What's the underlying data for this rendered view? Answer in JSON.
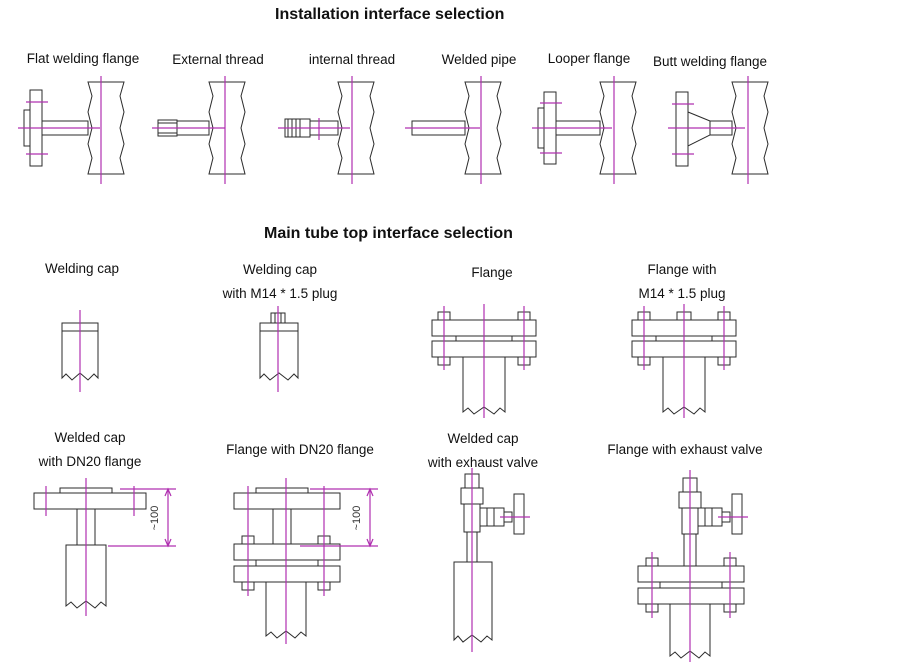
{
  "headings": {
    "installation": "Installation interface selection",
    "main_tube": "Main tube top interface selection"
  },
  "installation_options": [
    {
      "label": "Flat welding flange"
    },
    {
      "label": "External thread"
    },
    {
      "label": "internal thread"
    },
    {
      "label": "Welded pipe"
    },
    {
      "label": "Looper flange"
    },
    {
      "label": "Butt welding flange"
    }
  ],
  "top_options": [
    {
      "line1": "Welding cap",
      "line2": ""
    },
    {
      "line1": "Welding cap",
      "line2": "with M14 * 1.5 plug"
    },
    {
      "line1": "Flange",
      "line2": ""
    },
    {
      "line1": "Flange with",
      "line2": "M14 * 1.5 plug"
    },
    {
      "line1": "Welded cap",
      "line2": "with DN20 flange"
    },
    {
      "line1": "Flange with DN20 flange",
      "line2": ""
    },
    {
      "line1": "Welded cap",
      "line2": "with exhaust valve"
    },
    {
      "line1": "Flange with exhaust valve",
      "line2": ""
    }
  ],
  "dimension_label": "~100",
  "colors": {
    "outline": "#2b2b2b",
    "centerline": "#b030b0",
    "background": "#ffffff"
  }
}
